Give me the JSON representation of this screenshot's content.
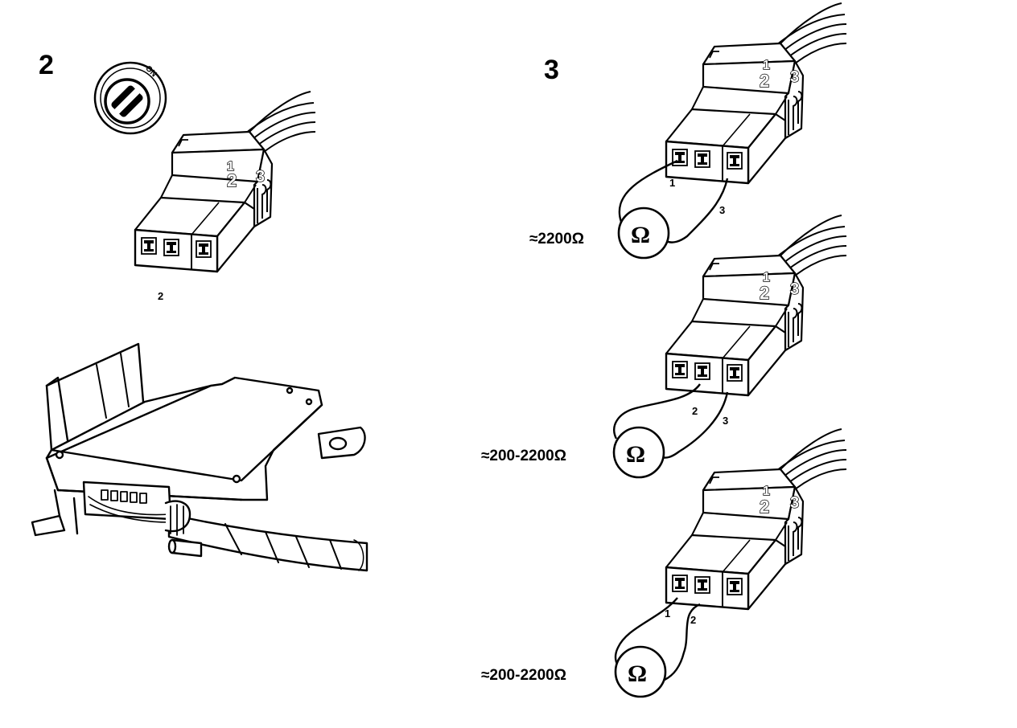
{
  "steps": {
    "step2": "2",
    "step3": "3"
  },
  "ignition": {
    "position_label": "ON"
  },
  "connector": {
    "cavity_numbers": [
      "1",
      "2",
      "3"
    ]
  },
  "step2_probe": {
    "pin_label": "2"
  },
  "measurements": [
    {
      "pins": [
        "1",
        "3"
      ],
      "resistance": "≈2200Ω",
      "meter_symbol": "Ω"
    },
    {
      "pins": [
        "2",
        "3"
      ],
      "resistance": "≈200-2200Ω",
      "meter_symbol": "Ω"
    },
    {
      "pins": [
        "1",
        "2"
      ],
      "resistance": "≈200-2200Ω",
      "meter_symbol": "Ω"
    }
  ]
}
